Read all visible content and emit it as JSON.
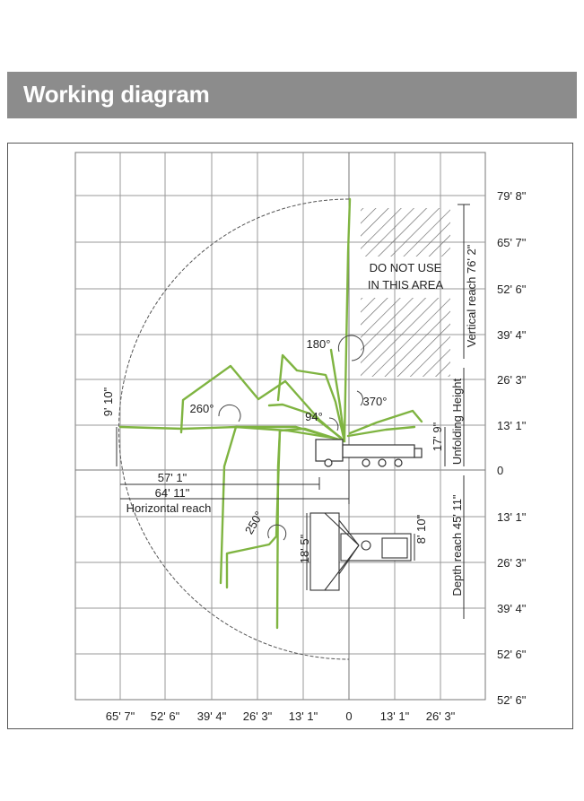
{
  "header": {
    "title": "Working diagram"
  },
  "y_axis_labels": [
    "79' 8\"",
    "65' 7\"",
    "52' 6\"",
    "39' 4\"",
    "26' 3\"",
    "13' 1\"",
    "0",
    "13' 1\"",
    "26' 3\"",
    "39' 4\"",
    "52' 6\"",
    "52' 6\""
  ],
  "x_axis_labels": [
    "65' 7\"",
    "52' 6\"",
    "39' 4\"",
    "26' 3\"",
    "13' 1\"",
    "0",
    "13' 1\"",
    "26' 3\""
  ],
  "annotations": {
    "do_not_use_line1": "DO NOT USE",
    "do_not_use_line2": "IN THIS AREA",
    "vertical_reach": "Vertical reach 76' 2\"",
    "unfolding_height_label": "Unfolding Height",
    "unfolding_height_value": "17' 9\"",
    "depth_reach": "Depth reach 45' 11\"",
    "horizontal_reach_label": "Horizontal reach",
    "horizontal_reach_1": "57' 1\"",
    "horizontal_reach_2": "64' 11\"",
    "left_height": "9' 10\"",
    "outrigger_width": "18' 5\"",
    "outrigger_length": "8' 10\"",
    "angle_180": "180°",
    "angle_370": "370°",
    "angle_260": "260°",
    "angle_94": "94°",
    "angle_250": "250°"
  },
  "colors": {
    "boom": "#7fb441",
    "grid": "#9a9a9a",
    "header_bg": "#8c8c8c",
    "text": "#222222"
  }
}
